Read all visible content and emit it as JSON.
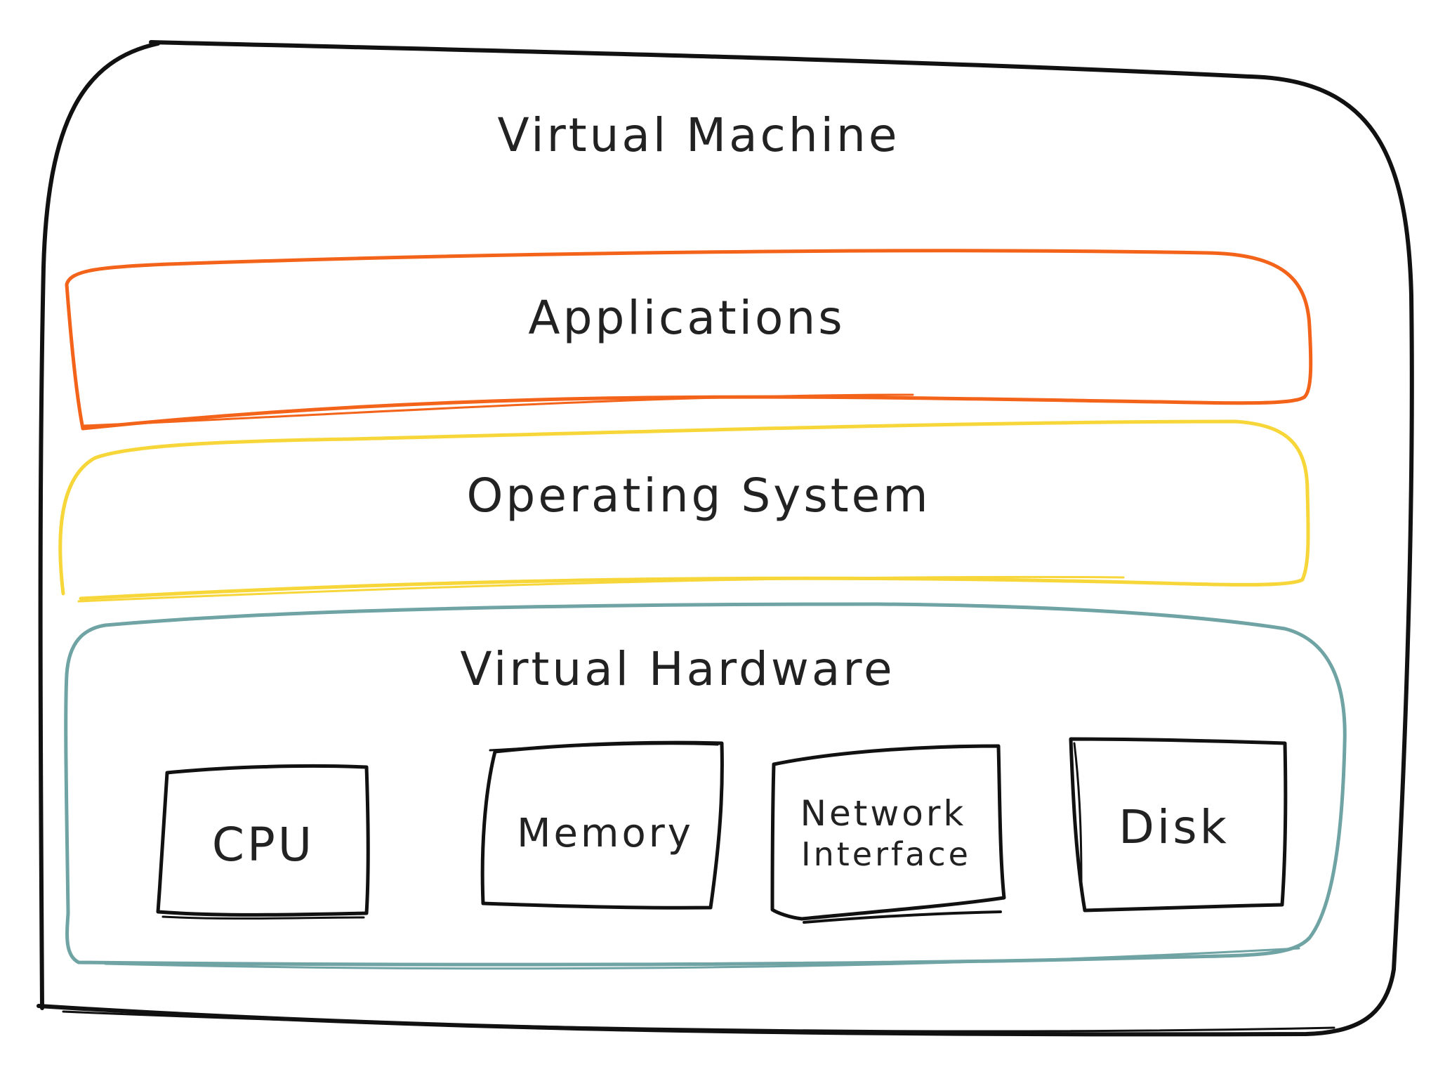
{
  "diagram": {
    "title": "Virtual Machine",
    "layers": {
      "applications": {
        "label": "Applications",
        "color": "#f4631a"
      },
      "operating_system": {
        "label": "Operating System",
        "color": "#f7d63a"
      },
      "virtual_hardware": {
        "label": "Virtual Hardware",
        "color": "#6fa3a4"
      }
    },
    "components": {
      "cpu": "CPU",
      "memory": "Memory",
      "network_line1": "Network",
      "network_line2": "Interface",
      "disk": "Disk"
    },
    "outline_color": "#111111"
  }
}
